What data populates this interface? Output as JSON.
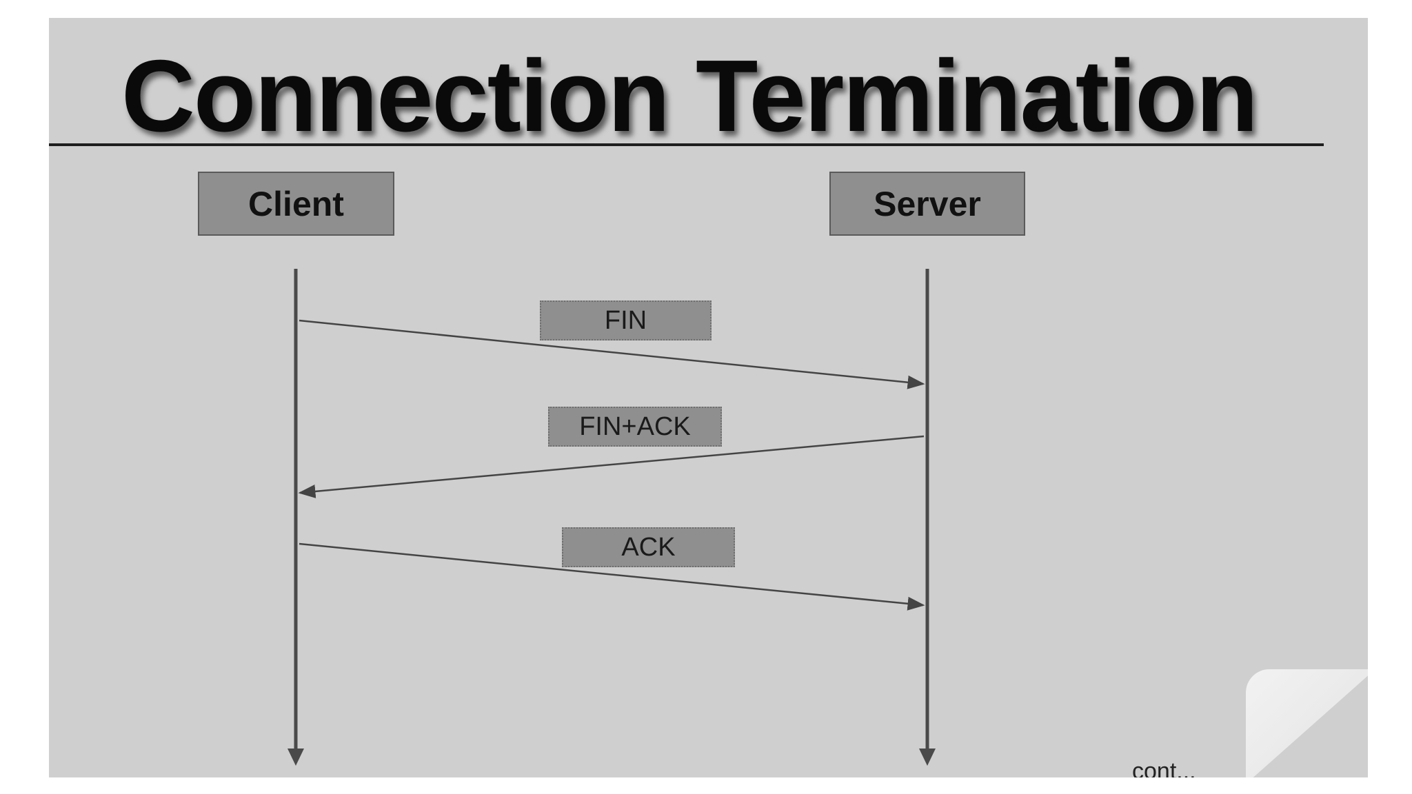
{
  "title": "Connection Termination",
  "actors": {
    "client": "Client",
    "server": "Server"
  },
  "messages": [
    {
      "label": "FIN",
      "from": "client",
      "to": "server"
    },
    {
      "label": "FIN+ACK",
      "from": "server",
      "to": "client"
    },
    {
      "label": "ACK",
      "from": "client",
      "to": "server"
    }
  ],
  "footer": {
    "cont": "cont..."
  },
  "colors": {
    "slide_background": "#cfcfcf",
    "box_fill": "#8f8f8f",
    "line": "#444444"
  }
}
